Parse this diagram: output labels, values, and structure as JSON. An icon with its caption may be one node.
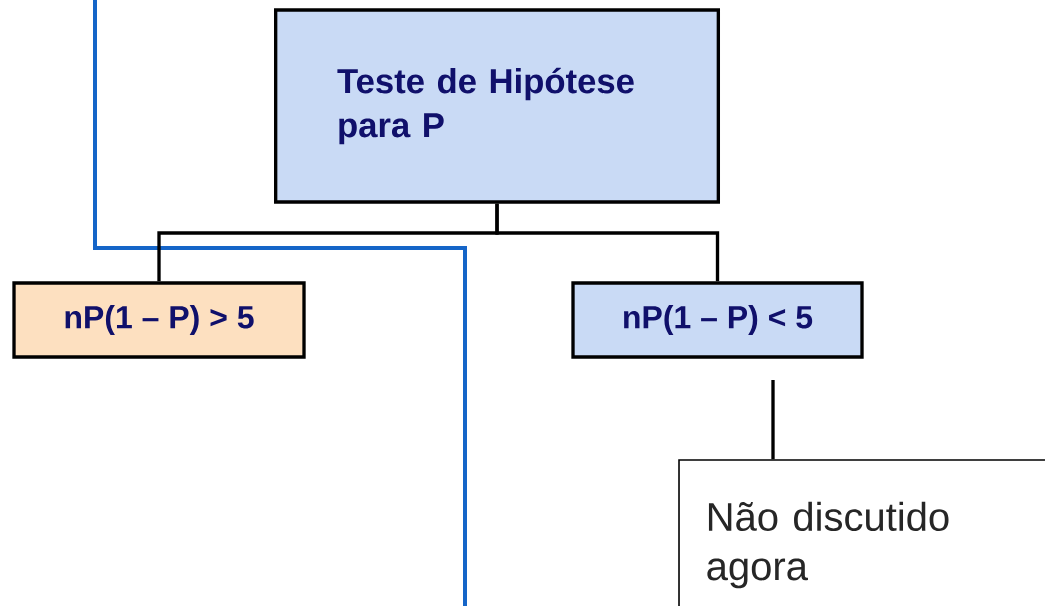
{
  "diagram": {
    "nodes": [
      {
        "text": [
          "Teste de Hipótese para P"
        ]
      },
      {
        "text": [
          "nP(1 – P) > 5"
        ]
      },
      {
        "text": [
          "nP(1 – P) < 5"
        ]
      },
      {
        "text": [
          "Não discutido agora"
        ]
      }
    ],
    "edges": [
      {
        "from": 0,
        "to": 1,
        "arrow": "none"
      },
      {
        "from": 0,
        "to": 2,
        "arrow": "none"
      },
      {
        "from": 2,
        "to": 3,
        "arrow": "none"
      }
    ]
  }
}
